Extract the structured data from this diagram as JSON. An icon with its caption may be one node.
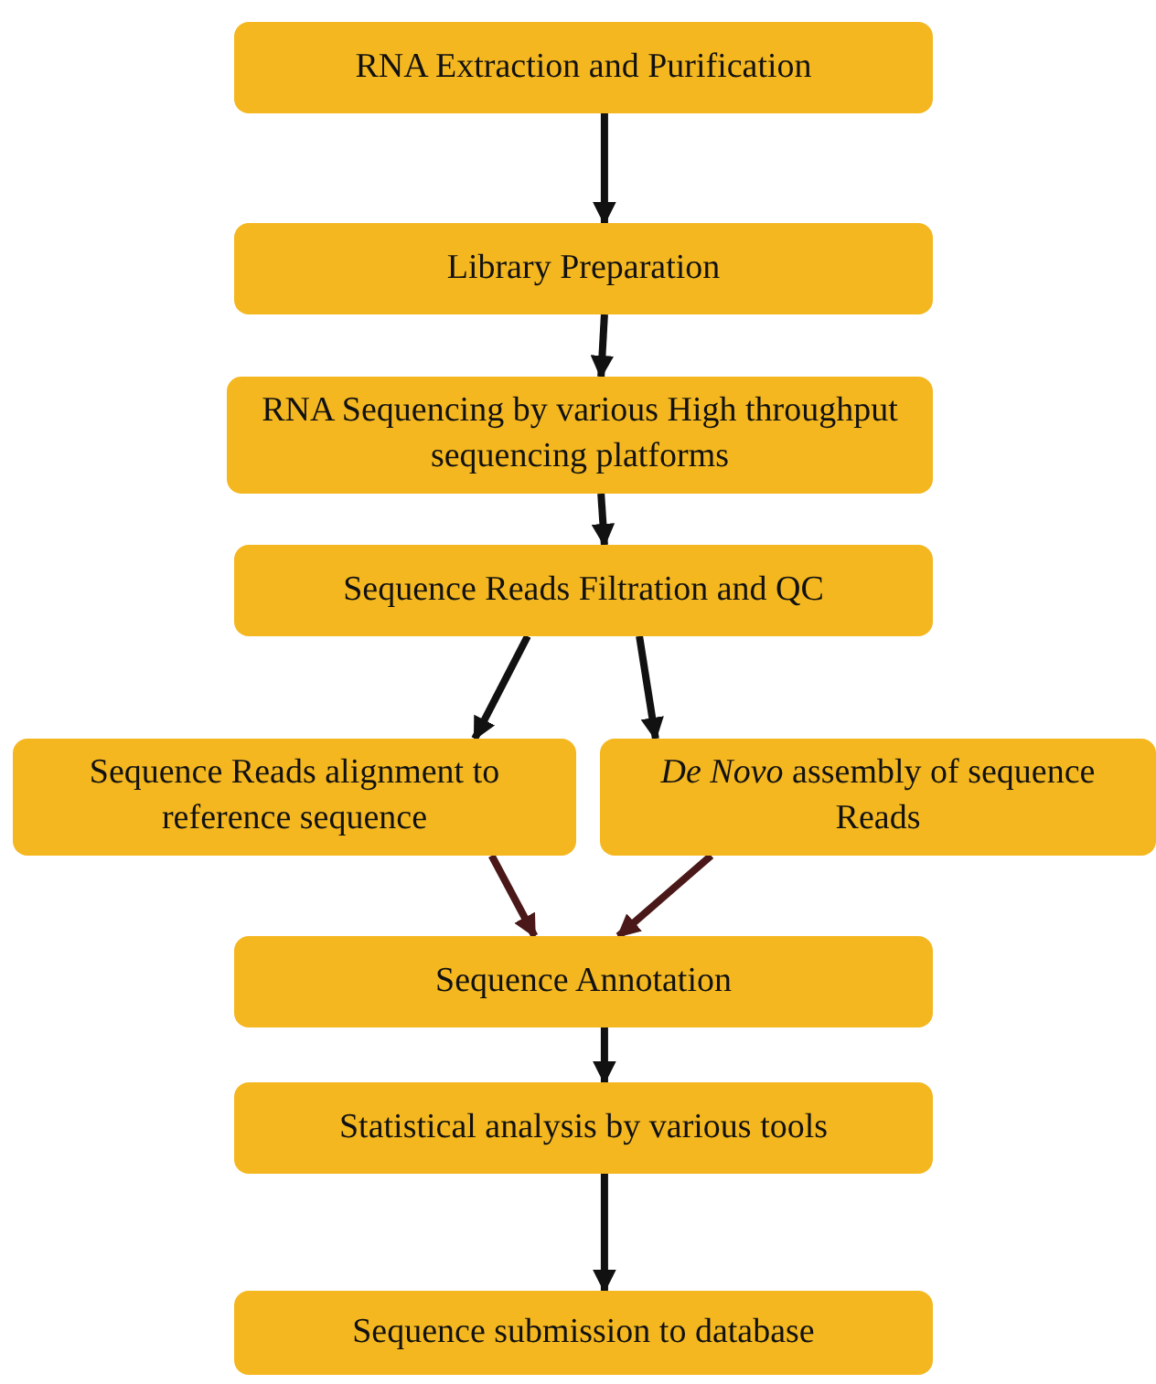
{
  "diagram": {
    "nodes": [
      {
        "text": [
          "RNA Extraction and Purification"
        ]
      },
      {
        "text": [
          "Library Preparation"
        ]
      },
      {
        "text": [
          "RNA Sequencing by various High throughput sequencing platforms"
        ]
      },
      {
        "text": [
          "Sequence Reads Filtration and QC"
        ]
      },
      {
        "text": [
          "Sequence Reads alignment to reference sequence"
        ]
      },
      {
        "text": [
          "*De Novo* assembly of sequence Reads"
        ]
      },
      {
        "text": [
          "Sequence Annotation"
        ]
      },
      {
        "text": [
          "Statistical analysis by various tools"
        ]
      },
      {
        "text": [
          "Sequence submission to database"
        ]
      }
    ],
    "edges": [
      {
        "from": 0,
        "to": 1,
        "arrow": "to"
      },
      {
        "from": 1,
        "to": 2,
        "arrow": "to"
      },
      {
        "from": 2,
        "to": 3,
        "arrow": "to"
      },
      {
        "from": 3,
        "to": 4,
        "arrow": "to"
      },
      {
        "from": 3,
        "to": 5,
        "arrow": "to"
      },
      {
        "from": 4,
        "to": 6,
        "arrow": "to",
        "color": "#4a1818"
      },
      {
        "from": 5,
        "to": 6,
        "arrow": "to",
        "color": "#4a1818"
      },
      {
        "from": 6,
        "to": 7,
        "arrow": "to"
      },
      {
        "from": 7,
        "to": 8,
        "arrow": "to"
      }
    ]
  }
}
